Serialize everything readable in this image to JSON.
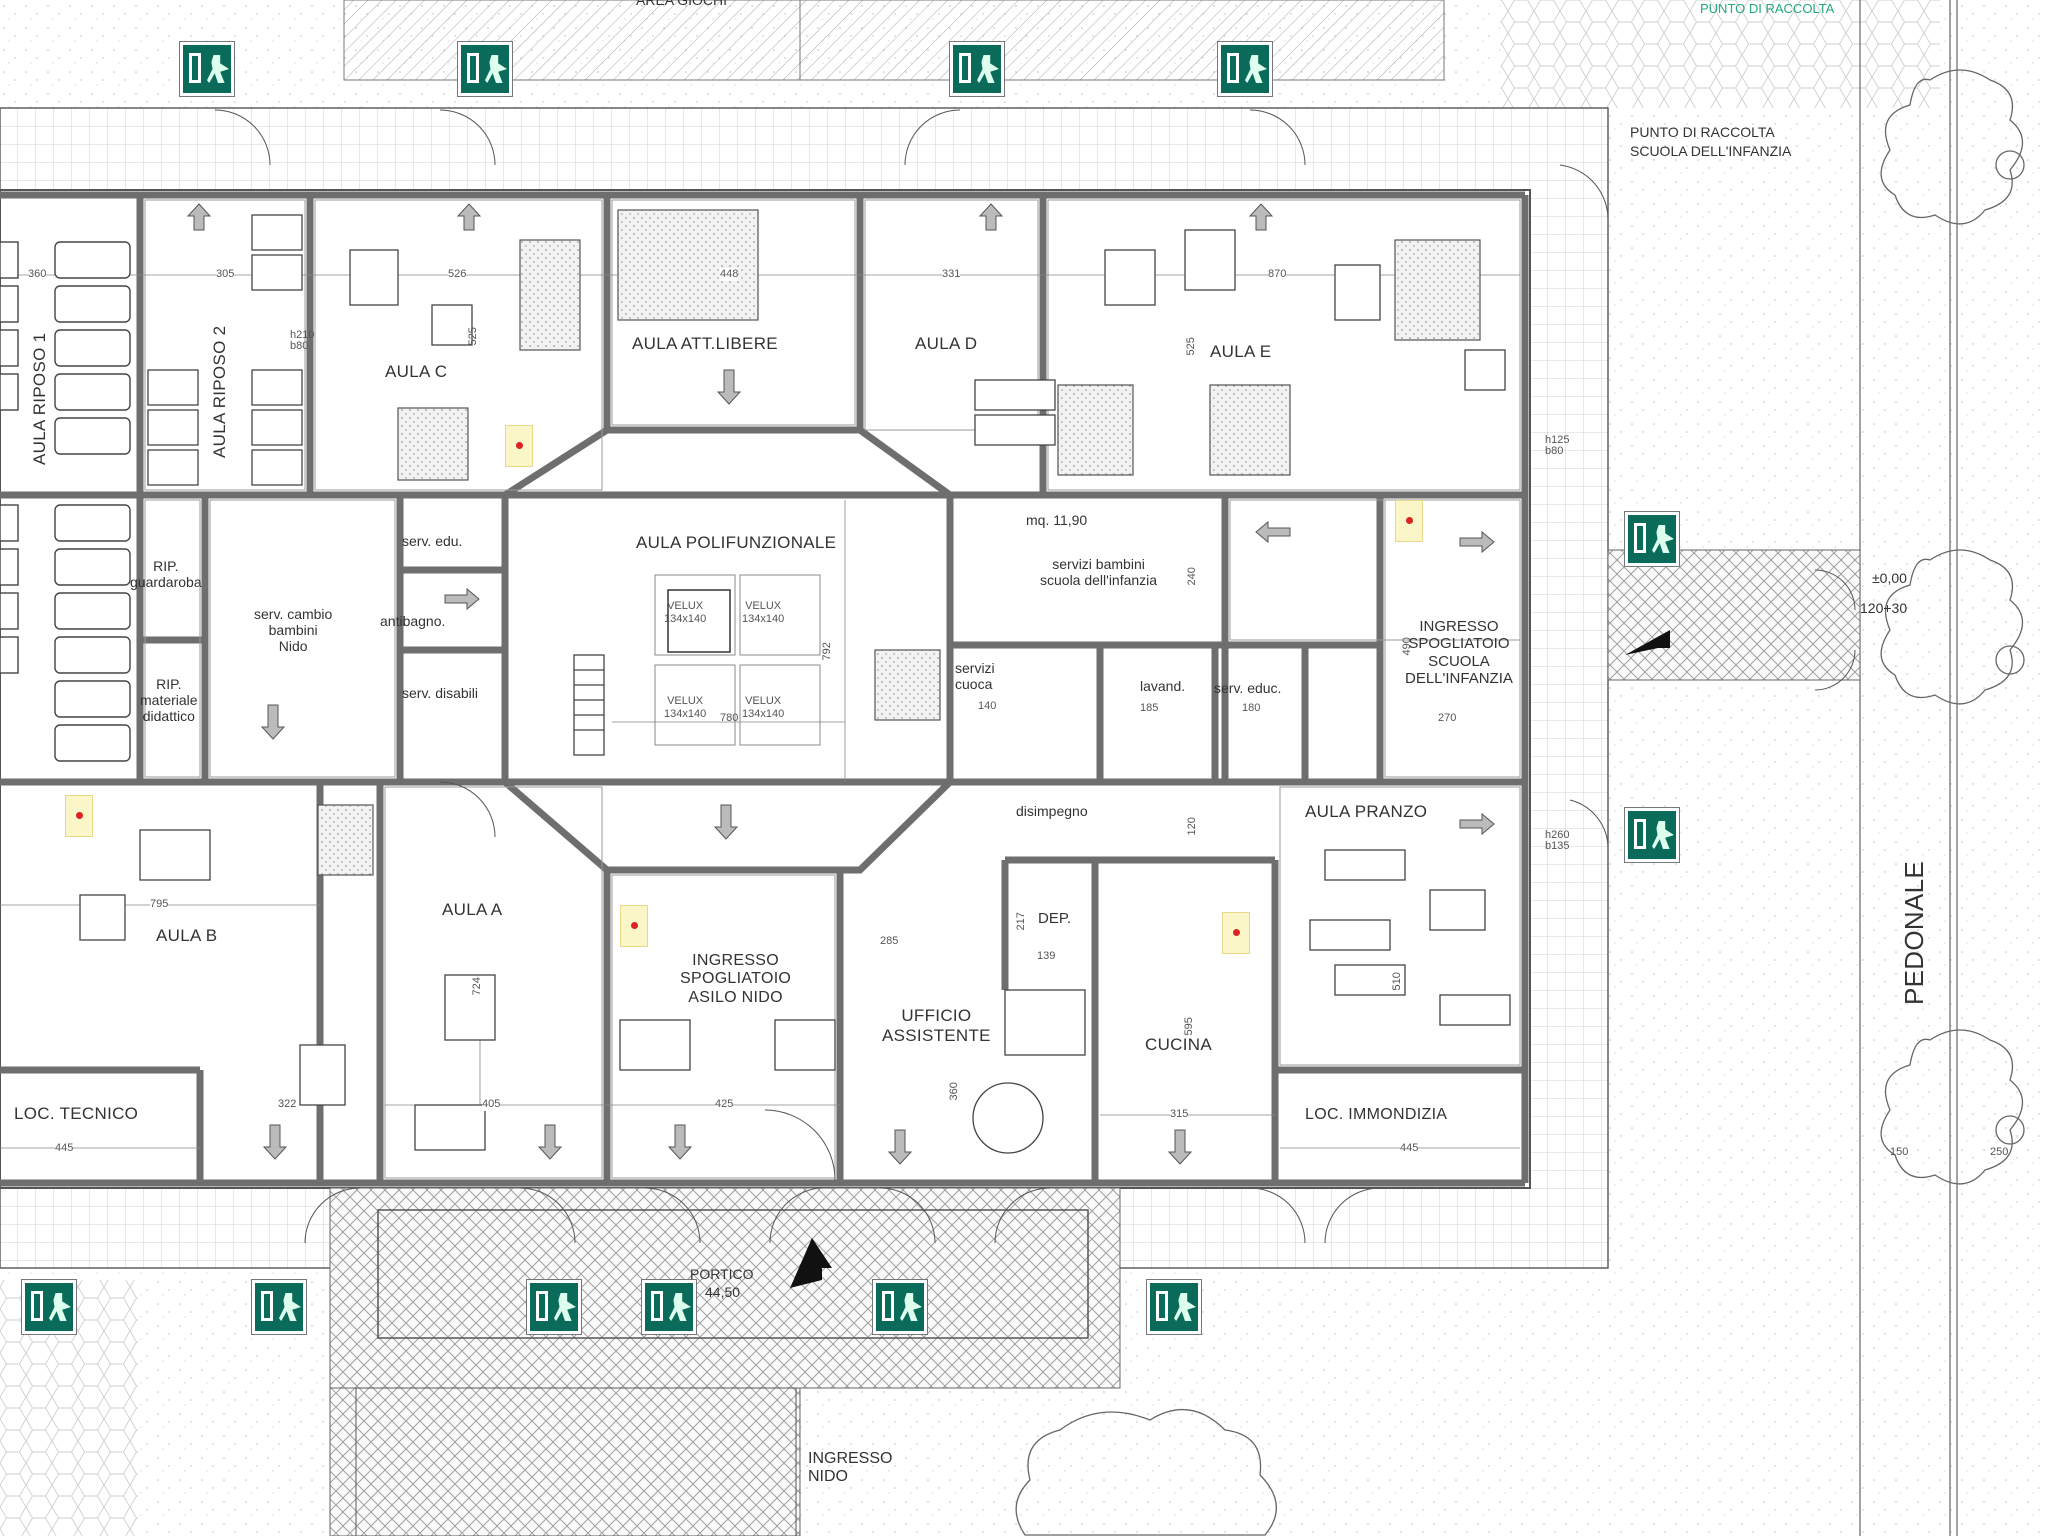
{
  "plan": {
    "rooms": {
      "area_giochi": "AREA GIOCHI",
      "punto_raccolta_sign": "PUNTO DI RACCOLTA",
      "punto_raccolta_line1": "PUNTO DI RACCOLTA",
      "punto_raccolta_line2": "SCUOLA DELL'INFANZIA",
      "aula_riposo_1": "AULA RIPOSO 1",
      "aula_riposo_2": "AULA RIPOSO 2",
      "aula_c": "AULA C",
      "aula_att_libere": "AULA ATT.LIBERE",
      "aula_d": "AULA D",
      "aula_e": "AULA E",
      "aula_polifunzionale": "AULA POLIFUNZIONALE",
      "rip_guardaroba_1": "RIP.",
      "rip_guardaroba_2": "guardaroba",
      "serv_cambio_1": "serv. cambio",
      "serv_cambio_2": "bambini",
      "serv_cambio_3": "Nido",
      "serv_edu": "serv. edu.",
      "antibagno": "antibagno.",
      "serv_disabili": "serv. disabili",
      "rip_materiale_1": "RIP.",
      "rip_materiale_2": "materiale",
      "rip_materiale_3": "didattico",
      "servizi_bambini_1": "servizi bambini",
      "servizi_bambini_2": "scuola dell'infanzia",
      "mq": "mq. 11,90",
      "servizi_cuoca_1": "servizi",
      "servizi_cuoca_2": "cuoca",
      "lavand": "lavand.",
      "serv_educ": "serv. educ.",
      "ingresso_infanzia_1": "INGRESSO",
      "ingresso_infanzia_2": "SPOGLIATOIO",
      "ingresso_infanzia_3": "SCUOLA",
      "ingresso_infanzia_4": "DELL'INFANZIA",
      "disimpegno": "disimpegno",
      "aula_pranzo": "AULA PRANZO",
      "aula_b": "AULA B",
      "aula_a": "AULA A",
      "ingresso_nido_1": "INGRESSO",
      "ingresso_nido_2": "SPOGLIATOIO",
      "ingresso_nido_3": "ASILO NIDO",
      "ufficio_1": "UFFICIO",
      "ufficio_2": "ASSISTENTE",
      "dep": "DEP.",
      "cucina": "CUCINA",
      "loc_tecnico": "LOC. TECNICO",
      "loc_immondizia": "LOC. IMMONDIZIA",
      "portico": "PORTICO",
      "portico_area": "44,50",
      "pedonale": "PEDONALE",
      "ingresso_nido_ext_1": "INGRESSO",
      "ingresso_nido_ext_2": "NIDO",
      "elev_1": "±0,00",
      "elev_2": "120+30"
    },
    "velux": [
      "VELUX",
      "134x140"
    ],
    "dimensions": {
      "d360": "360",
      "d305": "305",
      "d526": "526",
      "d448": "448",
      "d331": "331",
      "d870": "870",
      "d525a": "525",
      "d525b": "525",
      "d792": "792",
      "d780": "780",
      "d795": "795",
      "d724": "724",
      "d405": "405",
      "d425": "425",
      "d285": "285",
      "d217": "217",
      "d139": "139",
      "d360b": "360",
      "d595": "595",
      "d315": "315",
      "d445a": "445",
      "d445b": "445",
      "d322": "322",
      "d510": "510",
      "d185": "185",
      "d180": "180",
      "d140": "140",
      "d270": "270",
      "d240": "240",
      "d490": "490",
      "d120": "120",
      "d150": "150",
      "d250": "250"
    },
    "door_tags": [
      "h210",
      "b80",
      "h260",
      "b135",
      "h125",
      "b80"
    ],
    "colors": {
      "wall": "#6e6e6e",
      "sign_green": "#0b6b5a",
      "fire_marker_bg": "#fbf6c8",
      "fire_marker_dot": "#d22222"
    }
  }
}
